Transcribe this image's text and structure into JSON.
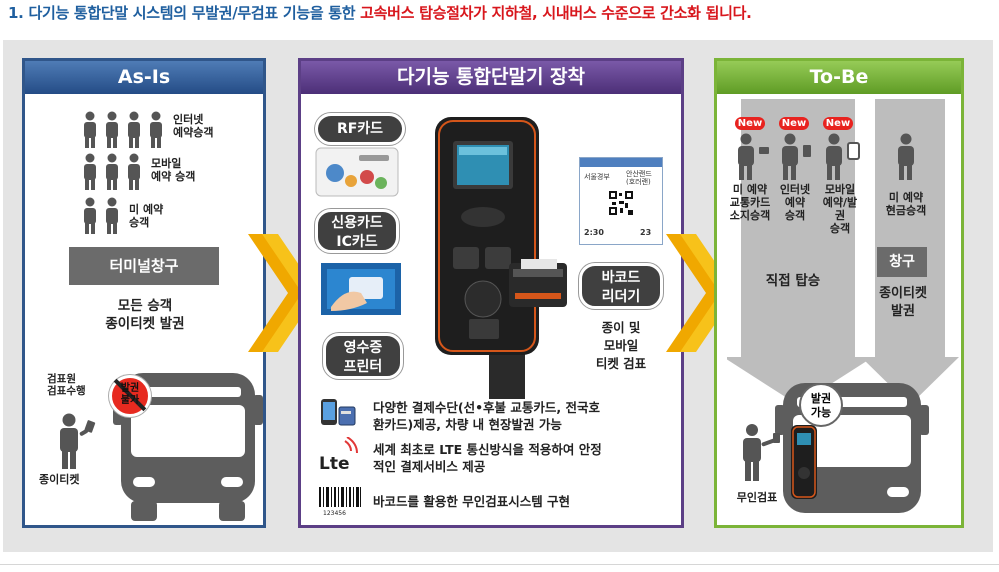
{
  "heading": {
    "part1": "1. 다기능 통합단말 시스템의 무발권/무검표 기능을 통한 ",
    "part2": "고속버스 탑승절차가 지하철, 시내버스 수준으로 간소화 됩니다."
  },
  "as_is": {
    "title": "As-Is",
    "groups": [
      {
        "line1": "인터넷",
        "line2": "예약승객"
      },
      {
        "line1": "모바일",
        "line2": "예약 승객"
      },
      {
        "line1": "미 예약",
        "line2": "승객"
      }
    ],
    "window_label": "터미널창구",
    "all_line1": "모든 승객",
    "all_line2": "종이티켓 발권",
    "checker_line1": "검표원",
    "checker_line2": "검표수행",
    "prohibited_line1": "발권",
    "prohibited_line2": "불가",
    "paper_ticket": "종이티켓"
  },
  "middle": {
    "title": "다기능 통합단말기 장착",
    "rf_card": "RF카드",
    "credit_line1": "신용카드",
    "credit_line2": "IC카드",
    "receipt_line1": "영수증",
    "receipt_line2": "프린터",
    "barcode_line1": "바코드",
    "barcode_line2": "리더기",
    "check_line1": "종이 및",
    "check_line2": "모바일",
    "check_line3": "티켓 검표",
    "ticket_from": "서울경부",
    "ticket_to_line1": "안산랜드",
    "ticket_to_line2": "(호러랜)",
    "ticket_time": "2:30",
    "ticket_seat": "23",
    "barcode_number": "123456",
    "features": [
      {
        "icon": "payment",
        "line1": "다양한 결제수단(선•후불 교통카드, 전국호",
        "line2": "환카드)제공, 차량 내 현장발권 가능"
      },
      {
        "icon": "lte",
        "line1": "세계 최초로 LTE 통신방식을 적용하여 안정",
        "line2": "적인 결제서비스 제공"
      },
      {
        "icon": "barcode",
        "line1": "바코드를 활용한 무인검표시스템 구현",
        "line2": ""
      }
    ],
    "lte_text": "Lte"
  },
  "to_be": {
    "title": "To-Be",
    "new_tag": "New",
    "groups": [
      {
        "line1": "미 예약",
        "line2": "교통카드",
        "line3": "소지승객",
        "line4": ""
      },
      {
        "line1": "인터넷",
        "line2": "예약",
        "line3": "승객",
        "line4": ""
      },
      {
        "line1": "모바일",
        "line2": "예약/발",
        "line3": "권",
        "line4": "승객"
      }
    ],
    "cash_line1": "미 예약",
    "cash_line2": "현금승객",
    "direct_boarding": "직접 탑승",
    "window_label": "창구",
    "paper_line1": "종이티켓",
    "paper_line2": "발권",
    "ticketing_line1": "발권",
    "ticketing_line2": "가능",
    "unmanned": "무인검표"
  },
  "colors": {
    "blue_header": "#30568a",
    "purple_header": "#5c3f86",
    "green_header": "#7bb438",
    "red_text": "#d8161c",
    "arrow": "#f5b800"
  }
}
